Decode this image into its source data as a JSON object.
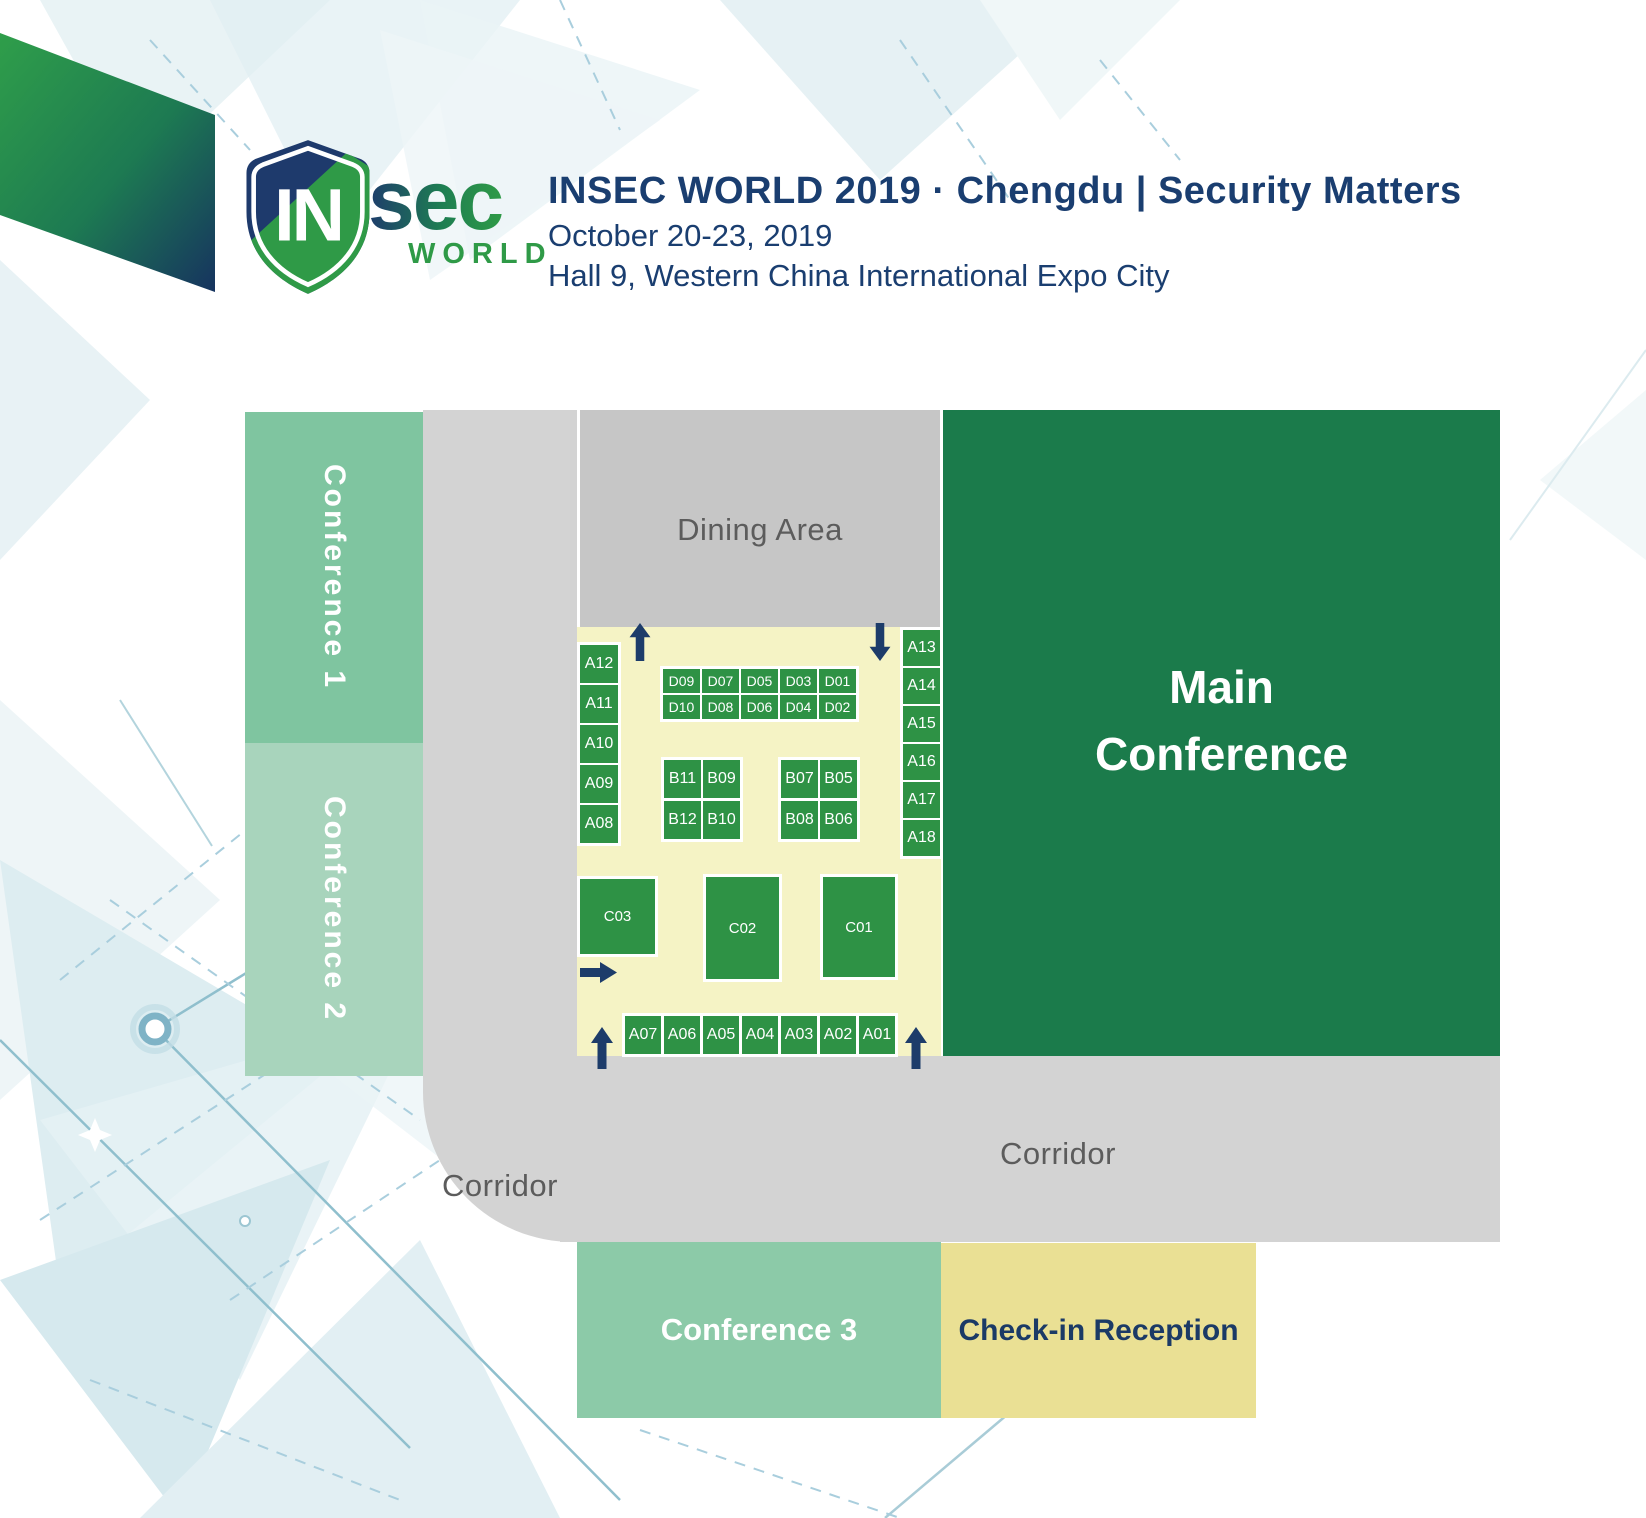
{
  "header": {
    "logo": {
      "shield_text": "IN",
      "brand": "sec",
      "sub_brand": "WORLD"
    },
    "title": "INSEC WORLD 2019 · Chengdu | Security Matters",
    "dates": "October 20-23, 2019",
    "venue": "Hall 9, Western China International Expo City"
  },
  "floorplan": {
    "areas": {
      "conference1": "Conference 1",
      "conference2": "Conference 2",
      "conference3": "Conference 3",
      "corridor_left": "Corridor",
      "corridor_bottom": "Corridor",
      "dining": "Dining Area",
      "main_conference_lines": [
        "Main",
        "Conference"
      ],
      "checkin": "Check-in Reception"
    },
    "booths": {
      "left_column": [
        "A12",
        "A11",
        "A10",
        "A09",
        "A08"
      ],
      "right_column": [
        "A13",
        "A14",
        "A15",
        "A16",
        "A17",
        "A18"
      ],
      "d_rows": [
        [
          "D09",
          "D07",
          "D05",
          "D03",
          "D01"
        ],
        [
          "D10",
          "D08",
          "D06",
          "D04",
          "D02"
        ]
      ],
      "b_left": [
        [
          "B11",
          "B09"
        ],
        [
          "B12",
          "B10"
        ]
      ],
      "b_right": [
        [
          "B07",
          "B05"
        ],
        [
          "B08",
          "B06"
        ]
      ],
      "c_booths": [
        "C03",
        "C02",
        "C01"
      ],
      "bottom_row": [
        "A07",
        "A06",
        "A05",
        "A04",
        "A03",
        "A02",
        "A01"
      ]
    },
    "arrows": [
      "entrance-arrow-up-top-left",
      "entrance-arrow-down-top-right",
      "entrance-arrow-right-mid-left",
      "entrance-arrow-up-bottom-left",
      "entrance-arrow-up-bottom-right"
    ]
  },
  "colors": {
    "brand_green": "#2f9a47",
    "brand_navy": "#1c3e6e",
    "booth_green": "#2e9245",
    "main_conference_green": "#1b7b4b",
    "conference1_green": "#7fc5a0",
    "conference2_green": "#a8d4bc",
    "conference3_green": "#8ccaa8",
    "hall_yellow": "#f5f3c5",
    "checkin_yellow": "#eae094",
    "corridor_gray": "#d3d3d3",
    "dining_gray": "#c6c6c6",
    "label_gray": "#5c5c5c"
  }
}
